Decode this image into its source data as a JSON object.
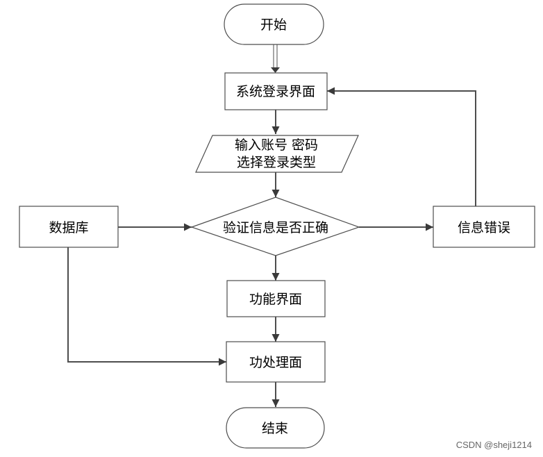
{
  "diagram": {
    "nodes": {
      "start": "开始",
      "login": "系统登录界面",
      "input_line1": "输入账号 密码",
      "input_line2": "选择登录类型",
      "verify": "验证信息是否正确",
      "database": "数据库",
      "error": "信息错误",
      "function_ui": "功能界面",
      "process": "功处理面",
      "end": "结束"
    }
  },
  "watermark": "CSDN @sheji1214",
  "colors": {
    "stroke": "#4d4d4d",
    "fill": "#ffffff",
    "text": "#000000"
  }
}
